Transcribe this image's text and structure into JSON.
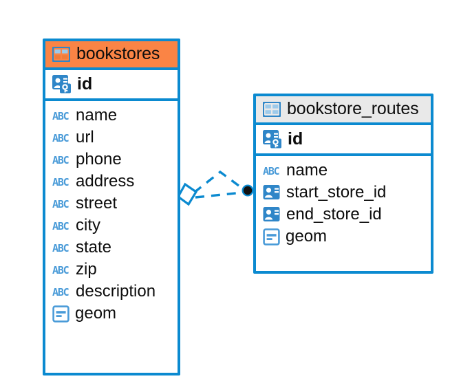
{
  "diagram": {
    "type": "entity-relationship-diagram",
    "background_color": "#ffffff",
    "accent_color": "#0b8ad0",
    "highlight_color": "#fa8445",
    "icon_blue": "#4a9bd8",
    "entities": [
      {
        "id": "bookstores",
        "name": "bookstores",
        "header_icon": "table-icon",
        "header_color": "#fa8445",
        "selected": true,
        "primary_key": {
          "name": "id",
          "icon": "primary-key-icon",
          "type_hint": "key"
        },
        "fields": [
          {
            "name": "name",
            "icon": "abc-icon",
            "type_hint": "text"
          },
          {
            "name": "url",
            "icon": "abc-icon",
            "type_hint": "text"
          },
          {
            "name": "phone",
            "icon": "abc-icon",
            "type_hint": "text"
          },
          {
            "name": "address",
            "icon": "abc-icon",
            "type_hint": "text"
          },
          {
            "name": "street",
            "icon": "abc-icon",
            "type_hint": "text"
          },
          {
            "name": "city",
            "icon": "abc-icon",
            "type_hint": "text"
          },
          {
            "name": "state",
            "icon": "abc-icon",
            "type_hint": "text"
          },
          {
            "name": "zip",
            "icon": "abc-icon",
            "type_hint": "text"
          },
          {
            "name": "description",
            "icon": "abc-icon",
            "type_hint": "text"
          },
          {
            "name": "geom",
            "icon": "geometry-icon",
            "type_hint": "geometry"
          }
        ]
      },
      {
        "id": "bookstore_routes",
        "name": "bookstore_routes",
        "header_icon": "table-icon",
        "header_color": "#e9e9e9",
        "selected": false,
        "primary_key": {
          "name": "id",
          "icon": "primary-key-icon",
          "type_hint": "key"
        },
        "fields": [
          {
            "name": "name",
            "icon": "abc-icon",
            "type_hint": "text"
          },
          {
            "name": "start_store_id",
            "icon": "reference-icon",
            "type_hint": "reference"
          },
          {
            "name": "end_store_id",
            "icon": "reference-icon",
            "type_hint": "reference"
          },
          {
            "name": "geom",
            "icon": "geometry-icon",
            "type_hint": "geometry"
          }
        ]
      }
    ],
    "relationship": {
      "name": "bookstores-to-bookstore_routes",
      "style": "dashed",
      "color": "#0b8ad0",
      "source_marker": "diamond",
      "target_marker": "filled-circle"
    }
  }
}
